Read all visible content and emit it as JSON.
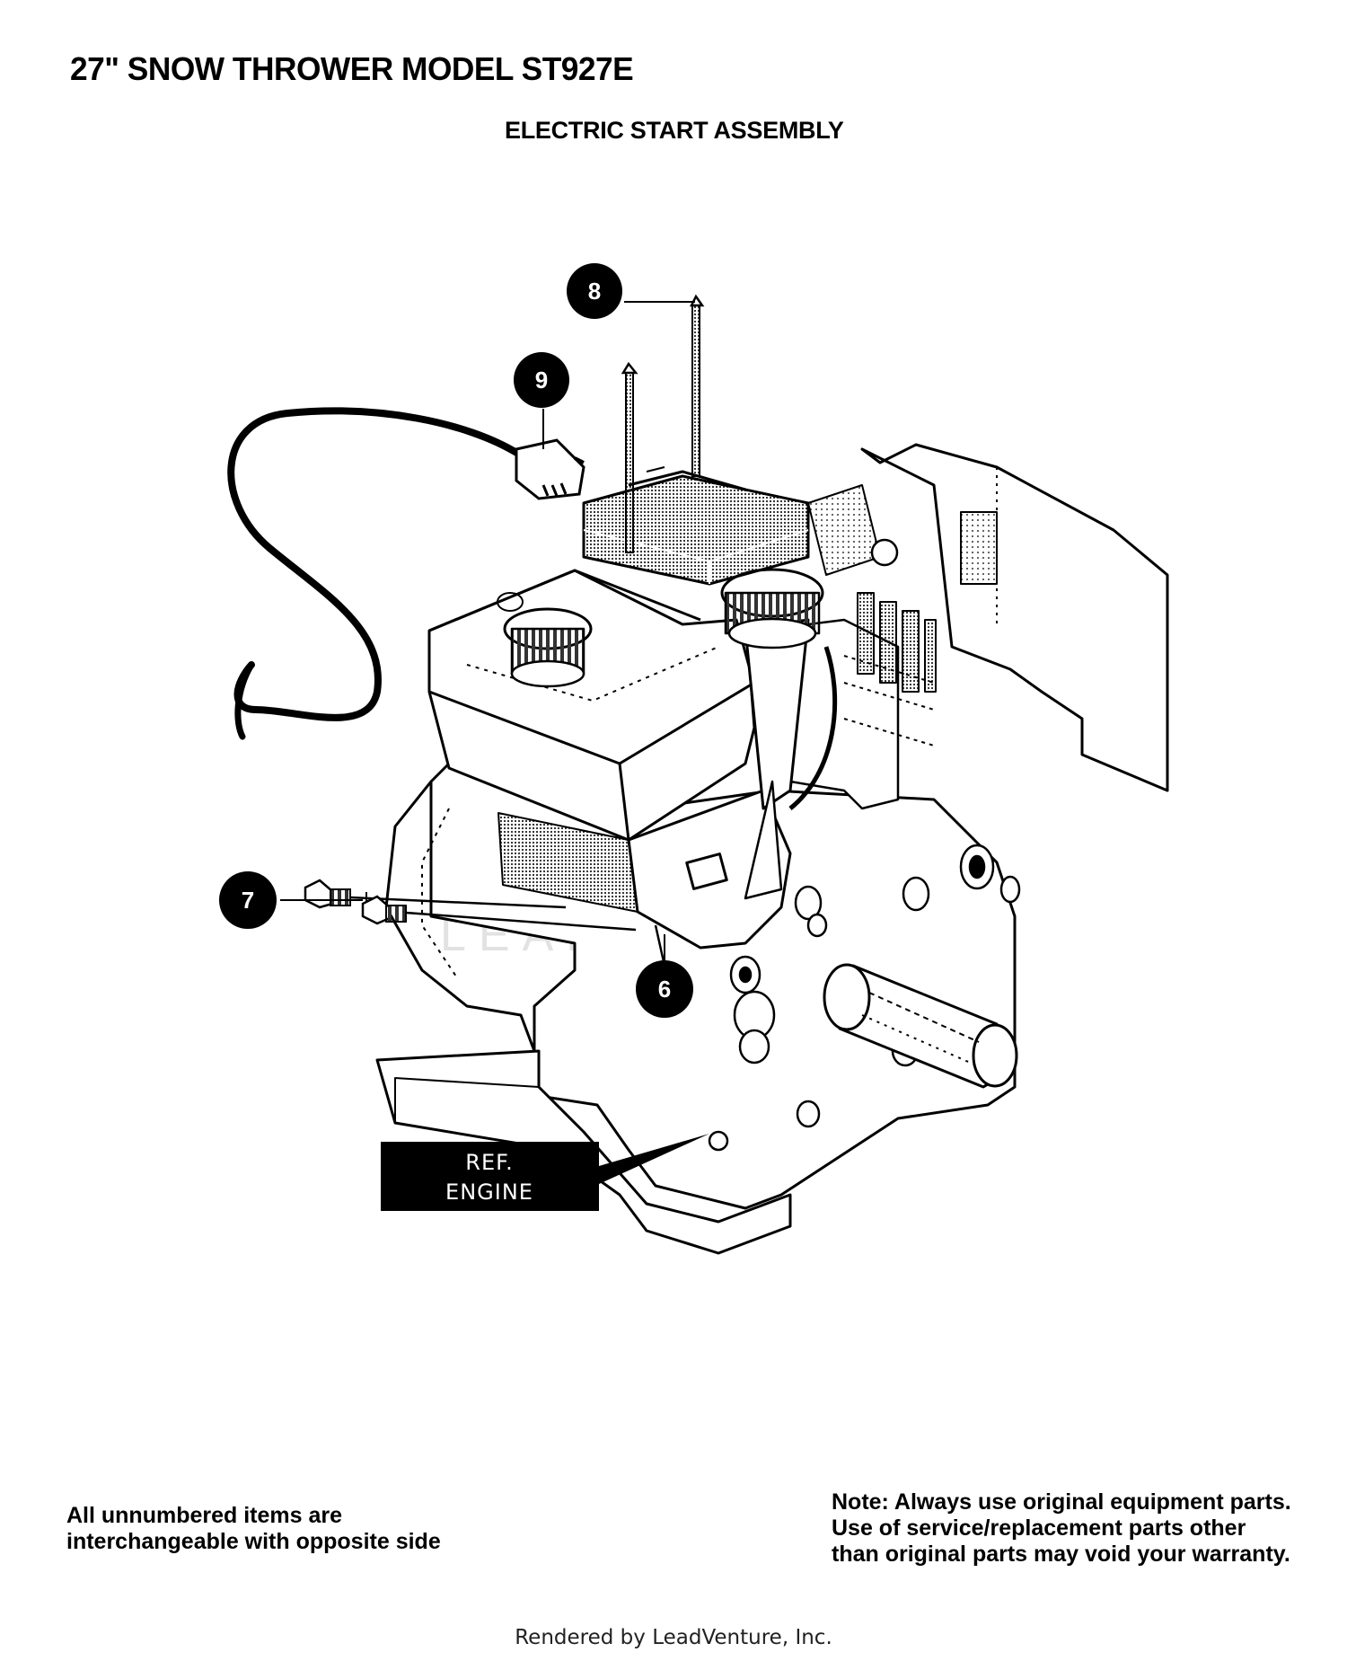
{
  "header": {
    "title": "27\" SNOW THROWER MODEL ST927E",
    "subtitle": "ELECTRIC START ASSEMBLY"
  },
  "callouts": [
    {
      "id": "callout-8",
      "label": "8"
    },
    {
      "id": "callout-9",
      "label": "9"
    },
    {
      "id": "callout-7",
      "label": "7"
    },
    {
      "id": "callout-6",
      "label": "6"
    }
  ],
  "ref_label": {
    "line1": "REF.",
    "line2": "ENGINE"
  },
  "watermark": "LEADVENTURE",
  "notes": {
    "left": "All unnumbered items are interchangeable with opposite side",
    "right": "Note: Always use original equipment parts.  Use of service/replacement parts other than original parts may void your warranty."
  },
  "footer": "Rendered by LeadVenture, Inc.",
  "colors": {
    "ink": "#000000",
    "paper": "#ffffff",
    "watermark": "#e2e2e2"
  }
}
